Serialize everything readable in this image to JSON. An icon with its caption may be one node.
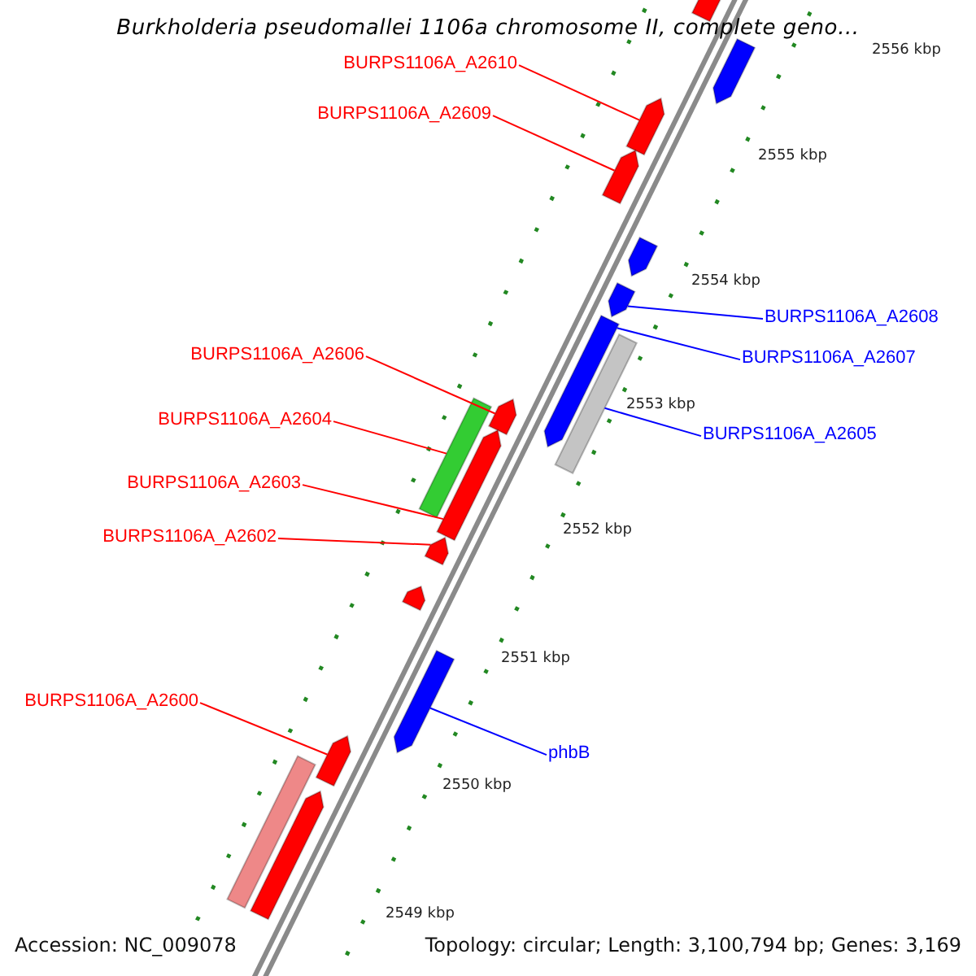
{
  "diagram": {
    "title": "Burkholderia pseudomallei 1106a chromosome II, complete geno...",
    "nodes": [
      {
        "text": [
          "BURPS1106A_A2610"
        ]
      },
      {
        "text": [
          "BURPS1106A_A2609"
        ]
      },
      {
        "text": [
          "BURPS1106A_A2608"
        ]
      },
      {
        "text": [
          "BURPS1106A_A2607"
        ]
      },
      {
        "text": [
          "BURPS1106A_A2606"
        ]
      },
      {
        "text": [
          "BURPS1106A_A2604"
        ]
      },
      {
        "text": [
          "BURPS1106A_A2605"
        ]
      },
      {
        "text": [
          "BURPS1106A_A2603"
        ]
      },
      {
        "text": [
          "BURPS1106A_A2602"
        ]
      },
      {
        "text": [
          "BURPS1106A_A2600"
        ]
      },
      {
        "text": [
          "phbB"
        ]
      },
      {
        "text": [],
        "shape": "block"
      },
      {
        "text": [],
        "shape": "block"
      },
      {
        "text": [],
        "shape": "block"
      },
      {
        "text": [],
        "shape": "block"
      },
      {
        "text": [],
        "shape": "block"
      },
      {
        "text": [],
        "shape": "block"
      },
      {
        "text": [],
        "shape": "block"
      },
      {
        "text": [],
        "shape": "bar"
      },
      {
        "text": [],
        "shape": "block"
      },
      {
        "text": [],
        "shape": "bar"
      },
      {
        "text": [],
        "shape": "block"
      },
      {
        "text": [],
        "shape": "block"
      },
      {
        "text": [],
        "shape": "block"
      },
      {
        "text": [],
        "shape": "block"
      },
      {
        "text": [],
        "shape": "block"
      },
      {
        "text": [],
        "shape": "bar"
      },
      {
        "text": [],
        "shape": "block"
      }
    ],
    "edges": [
      {
        "from": 0,
        "to": 12,
        "arrow": "none"
      },
      {
        "from": 1,
        "to": 13,
        "arrow": "none"
      },
      {
        "from": 2,
        "to": 16,
        "arrow": "none",
        "color": "#0000ff"
      },
      {
        "from": 3,
        "to": 17,
        "arrow": "none",
        "color": "#0000ff"
      },
      {
        "from": 4,
        "to": 19,
        "arrow": "none"
      },
      {
        "from": 5,
        "to": 20,
        "arrow": "none"
      },
      {
        "from": 6,
        "to": 18,
        "arrow": "none",
        "color": "#0000ff"
      },
      {
        "from": 7,
        "to": 21,
        "arrow": "none"
      },
      {
        "from": 8,
        "to": 22,
        "arrow": "none"
      },
      {
        "from": 9,
        "to": 25,
        "arrow": "none"
      },
      {
        "from": 10,
        "to": 24,
        "arrow": "none",
        "color": "#0000ff"
      }
    ],
    "labels": [
      "2556 kbp",
      "2555 kbp",
      "2554 kbp",
      "2553 kbp",
      "2552 kbp",
      "2551 kbp",
      "2550 kbp",
      "2549 kbp",
      "Accession: NC_009078",
      "Topology: circular; Length: 3,100,794 bp; Genes: 3,169"
    ]
  }
}
